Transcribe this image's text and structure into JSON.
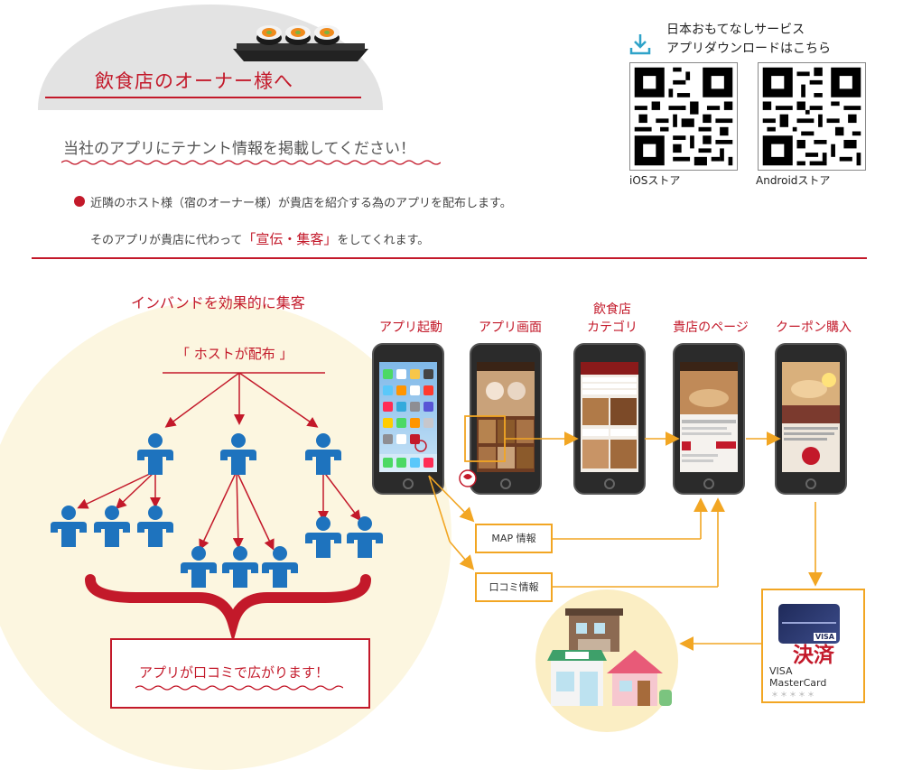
{
  "header": {
    "owner_title": "飲食店のオーナー様へ",
    "sub_title": "当社のアプリにテナント情報を掲載してください！",
    "line1": "近隣のホスト様（宿のオーナー様）が貴店を紹介する為のアプリを配布します。",
    "line2_pre": "そのアプリが貴店に代わって",
    "line2_highlight": "「宣伝・集客」",
    "line2_post": "をしてくれます。"
  },
  "download": {
    "line1": "日本おもてなしサービス",
    "line2": "アプリダウンロードはこちら",
    "ios_label": "iOSストア",
    "android_label": "Androidストア",
    "icon": "download-icon"
  },
  "diagram_left": {
    "title": "インバンドを効果的に集客",
    "host_label": "「 ホストが配布 」",
    "ribbon_text": "アプリが口コミで広がります！"
  },
  "steps": [
    {
      "label": "アプリ起動"
    },
    {
      "label": "アプリ画面"
    },
    {
      "label_line1": "飲食店",
      "label_line2": "カテゴリ"
    },
    {
      "label": "貴店のページ"
    },
    {
      "label": "クーポン購入"
    }
  ],
  "info_boxes": {
    "map": "MAP 情報",
    "reviews": "口コミ情報"
  },
  "payment": {
    "title": "決済",
    "brand1": "VISA",
    "brand2": "MasterCard",
    "stars": "＊＊＊＊＊",
    "card_brand": "VISA"
  },
  "colors": {
    "accent_red": "#c3192a",
    "person_blue": "#1e73be",
    "arrow_orange": "#f2a623",
    "circle_cream": "#fcf6e0"
  }
}
